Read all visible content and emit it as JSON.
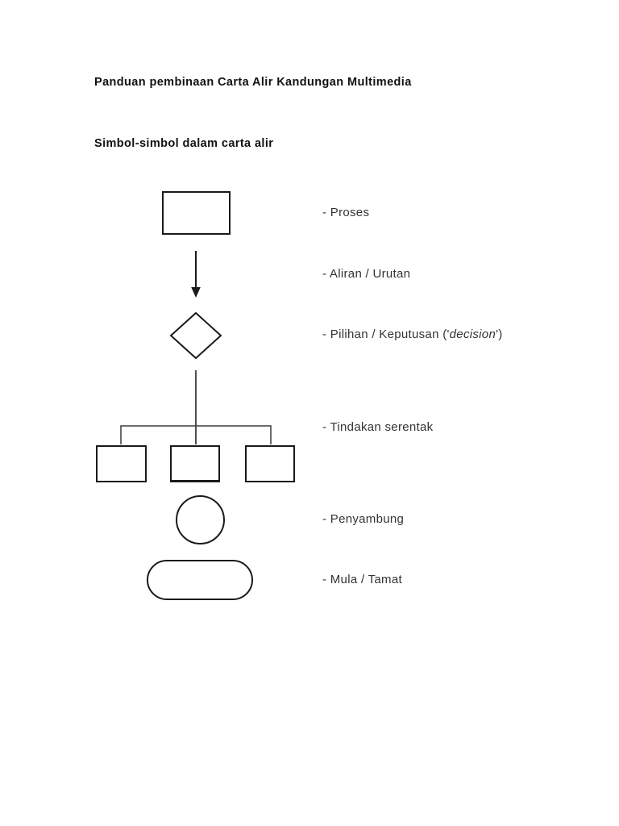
{
  "page": {
    "title": "Panduan pembinaan Carta Alir Kandungan Multimedia",
    "subtitle": "Simbol-simbol dalam carta alir"
  },
  "symbols": [
    {
      "shape": "rectangle-symbol",
      "label": "- Proses"
    },
    {
      "shape": "arrow-down-symbol",
      "label": "- Aliran / Urutan"
    },
    {
      "shape": "diamond-symbol",
      "label_prefix": "- Pilihan / Keputusan ('",
      "label_italic": "decision",
      "label_suffix": "')"
    },
    {
      "shape": "three-parallel-boxes-symbol",
      "label": "- Tindakan serentak"
    },
    {
      "shape": "circle-symbol",
      "label": "- Penyambung"
    },
    {
      "shape": "rounded-rectangle-symbol",
      "label": "- Mula / Tamat"
    }
  ],
  "colors": {
    "page_background": "#ffffff",
    "shape_stroke": "#1a1a1a",
    "connector_stroke": "#3c3c3c",
    "title_text": "#111111",
    "label_text": "#333333"
  }
}
